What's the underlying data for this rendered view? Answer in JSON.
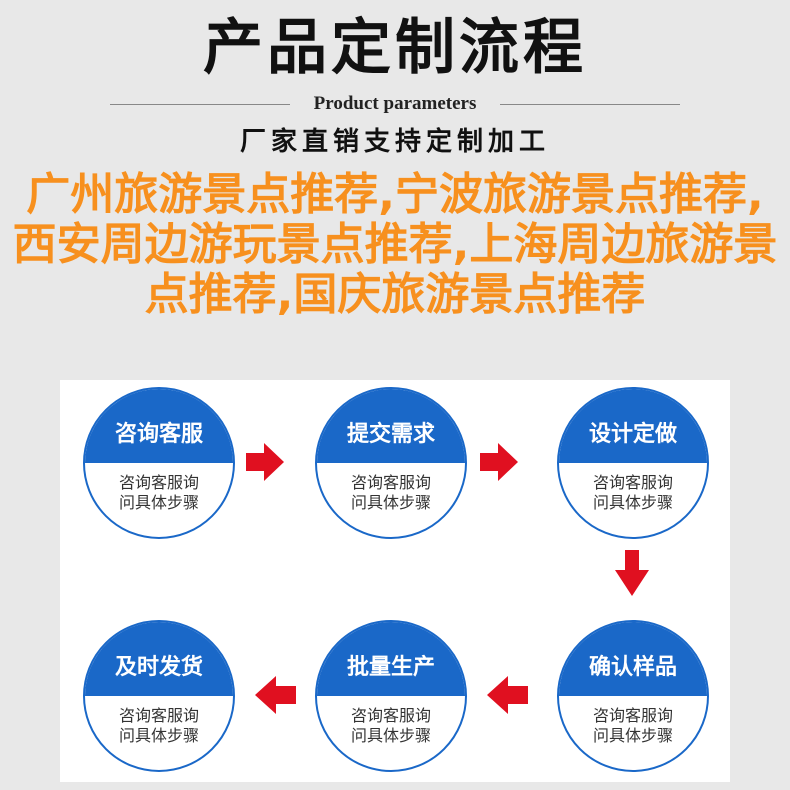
{
  "header": {
    "title": "产品定制流程",
    "subtitle": "Product parameters",
    "tagline": "厂家直销支持定制加工"
  },
  "steps": [
    {
      "title": "咨询客服",
      "desc": "咨询客服询问具体步骤"
    },
    {
      "title": "提交需求",
      "desc": "咨询客服询问具体步骤"
    },
    {
      "title": "设计定做",
      "desc": "咨询客服询问具体步骤"
    },
    {
      "title": "确认样品",
      "desc": "咨询客服询问具体步骤"
    },
    {
      "title": "批量生产",
      "desc": "咨询客服询问具体步骤"
    },
    {
      "title": "及时发货",
      "desc": "咨询客服询问具体步骤"
    }
  ],
  "overlay_text": "广州旅游景点推荐,宁波旅游景点推荐,西安周边游玩景点推荐,上海周边旅游景点推荐,国庆旅游景点推荐",
  "colors": {
    "blue": "#1a68c8",
    "arrow": "#e01020",
    "overlay": "#f7901e"
  }
}
